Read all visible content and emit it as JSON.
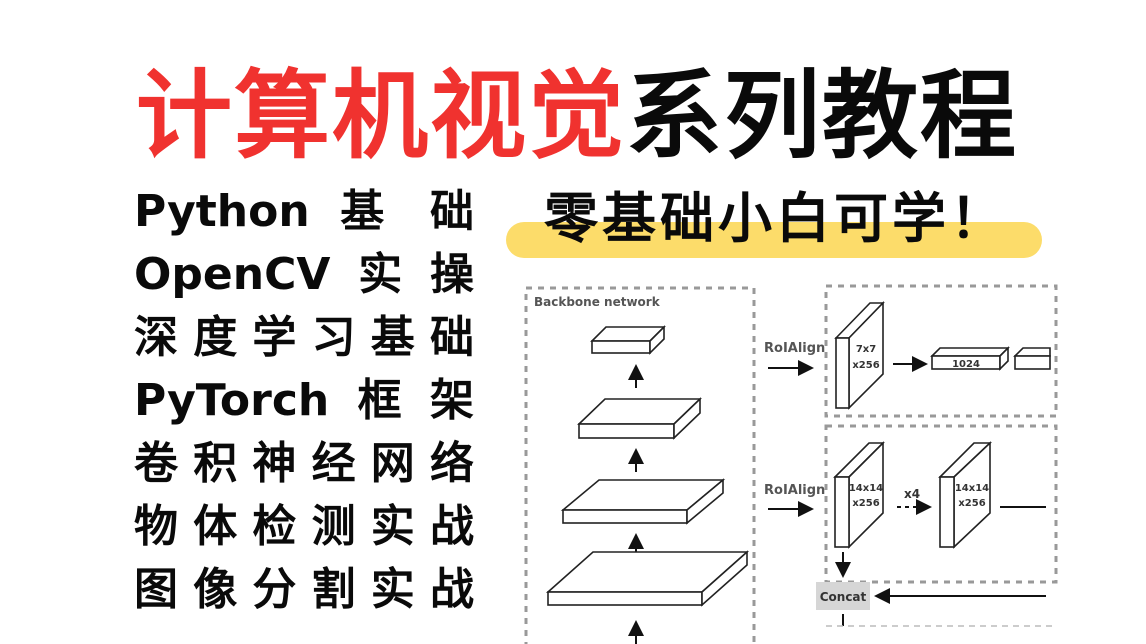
{
  "title": {
    "highlight": "计算机视觉",
    "rest": "系列教程",
    "highlight_color": "#f0322f",
    "text_color": "#0a0a0a"
  },
  "topics": [
    "Python 基 础",
    "OpenCV实操",
    "深度学习基础",
    "PyTorch框架",
    "卷积神经网络",
    "物体检测实战",
    "图像分割实战"
  ],
  "badge": {
    "text": "零基础小白可学！",
    "highlight_color": "#fcdc6a"
  },
  "diagram": {
    "backbone_label": "Backbone network",
    "roi_align_top": "RoIAlign",
    "roi_align_bottom": "RoIAlign",
    "box_head_feature": {
      "line1": "7x7",
      "line2": "x256"
    },
    "fc_layer": "1024",
    "mask_head_feature_1": {
      "line1": "14x14",
      "line2": "x256"
    },
    "repeat_label": "x4",
    "mask_head_feature_2": {
      "line1": "14x14",
      "line2": "x256"
    },
    "concat_label": "Concat"
  }
}
